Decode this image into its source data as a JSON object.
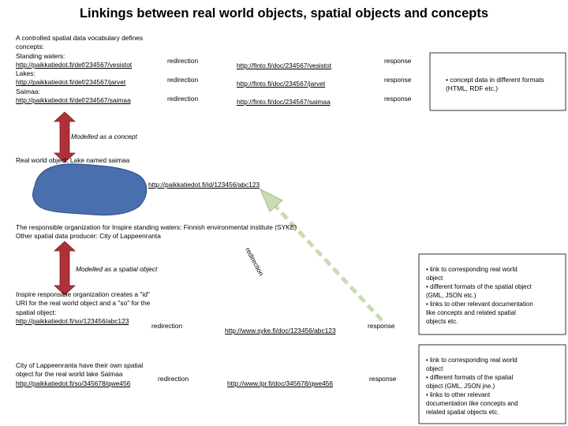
{
  "title": "Linkings between real world objects, spatial objects and concepts",
  "vocabulary": {
    "intro_lines": [
      "A controlled spatial data vocabulary defines",
      "concepts:"
    ],
    "items": [
      {
        "label": "Standing waters:",
        "uri": "http://paikkatiedot.fi/def/234567/vesistot",
        "doc": "http://finto.fi/doc/234567/vesistot"
      },
      {
        "label": "Lakes:",
        "uri": "http://paikkatiedot.fi/def/234567/jarvet",
        "doc": "http://finto.fi/doc/234567/jarvet"
      },
      {
        "label": "Saimaa:",
        "uri": "http://paikkatiedot.fi/def/234567/saimaa",
        "doc": "http://finto.fi/doc/234567/saimaa"
      }
    ]
  },
  "labels": {
    "redirection": "redirection",
    "response": "response",
    "modelled_concept": "Modelled as a concept",
    "modelled_spatial": "Modelled as a spatial object",
    "rotated_redirection": "redirection"
  },
  "concept_note": "• concept data in different formats (HTML, RDF etc.)",
  "real_world": {
    "label": "Real world object: Lake named saimaa",
    "uri": "http://paikkatiedot.fi/id/123456/abc123",
    "shape_color": "#4a6fae"
  },
  "organizations": {
    "line1": "The responsible organization for Inspire standing waters: Finnish environmental institute (SYKE)",
    "line2": "Other spatial data producer: City of Lappeenranta"
  },
  "inspire": {
    "lines": [
      "Inspire responsible organization creates a \"id\"",
      "URI for the real world object and a \"so\" for the",
      "spatial object:"
    ],
    "uri": "http://paikkatiedot.fi/so/123456/abc123",
    "doc": "http://www.syke.fi/doc/123456/abc123",
    "note_lines": [
      "• link to corresponding real world",
      "object",
      "• different formats of the spatial object",
      "(GML, JSON etc.)",
      "• links to other relevant documentation",
      "like concepts and related spatial",
      "objects etc."
    ]
  },
  "lappeenranta": {
    "lines": [
      "City of Lappeenranta have their own spatial",
      "object for the real world lake Saimaa"
    ],
    "uri": "http://paikkatiedot.fi/so/345678/qwe456",
    "doc": "http://www.lpr.fi/doc/345678/qwe456",
    "note_lines": [
      "• link to corresponding real world",
      "object",
      "• different formats of the spatial",
      "object (GML, JSON jne.)",
      "•  links to other relevant",
      "documentation like concepts and",
      "related spatial objects etc."
    ]
  },
  "colors": {
    "arrow_red": "#b0303a",
    "arrow_green": "#c9dcb0",
    "arrow_green_edge": "#9fbd87"
  }
}
